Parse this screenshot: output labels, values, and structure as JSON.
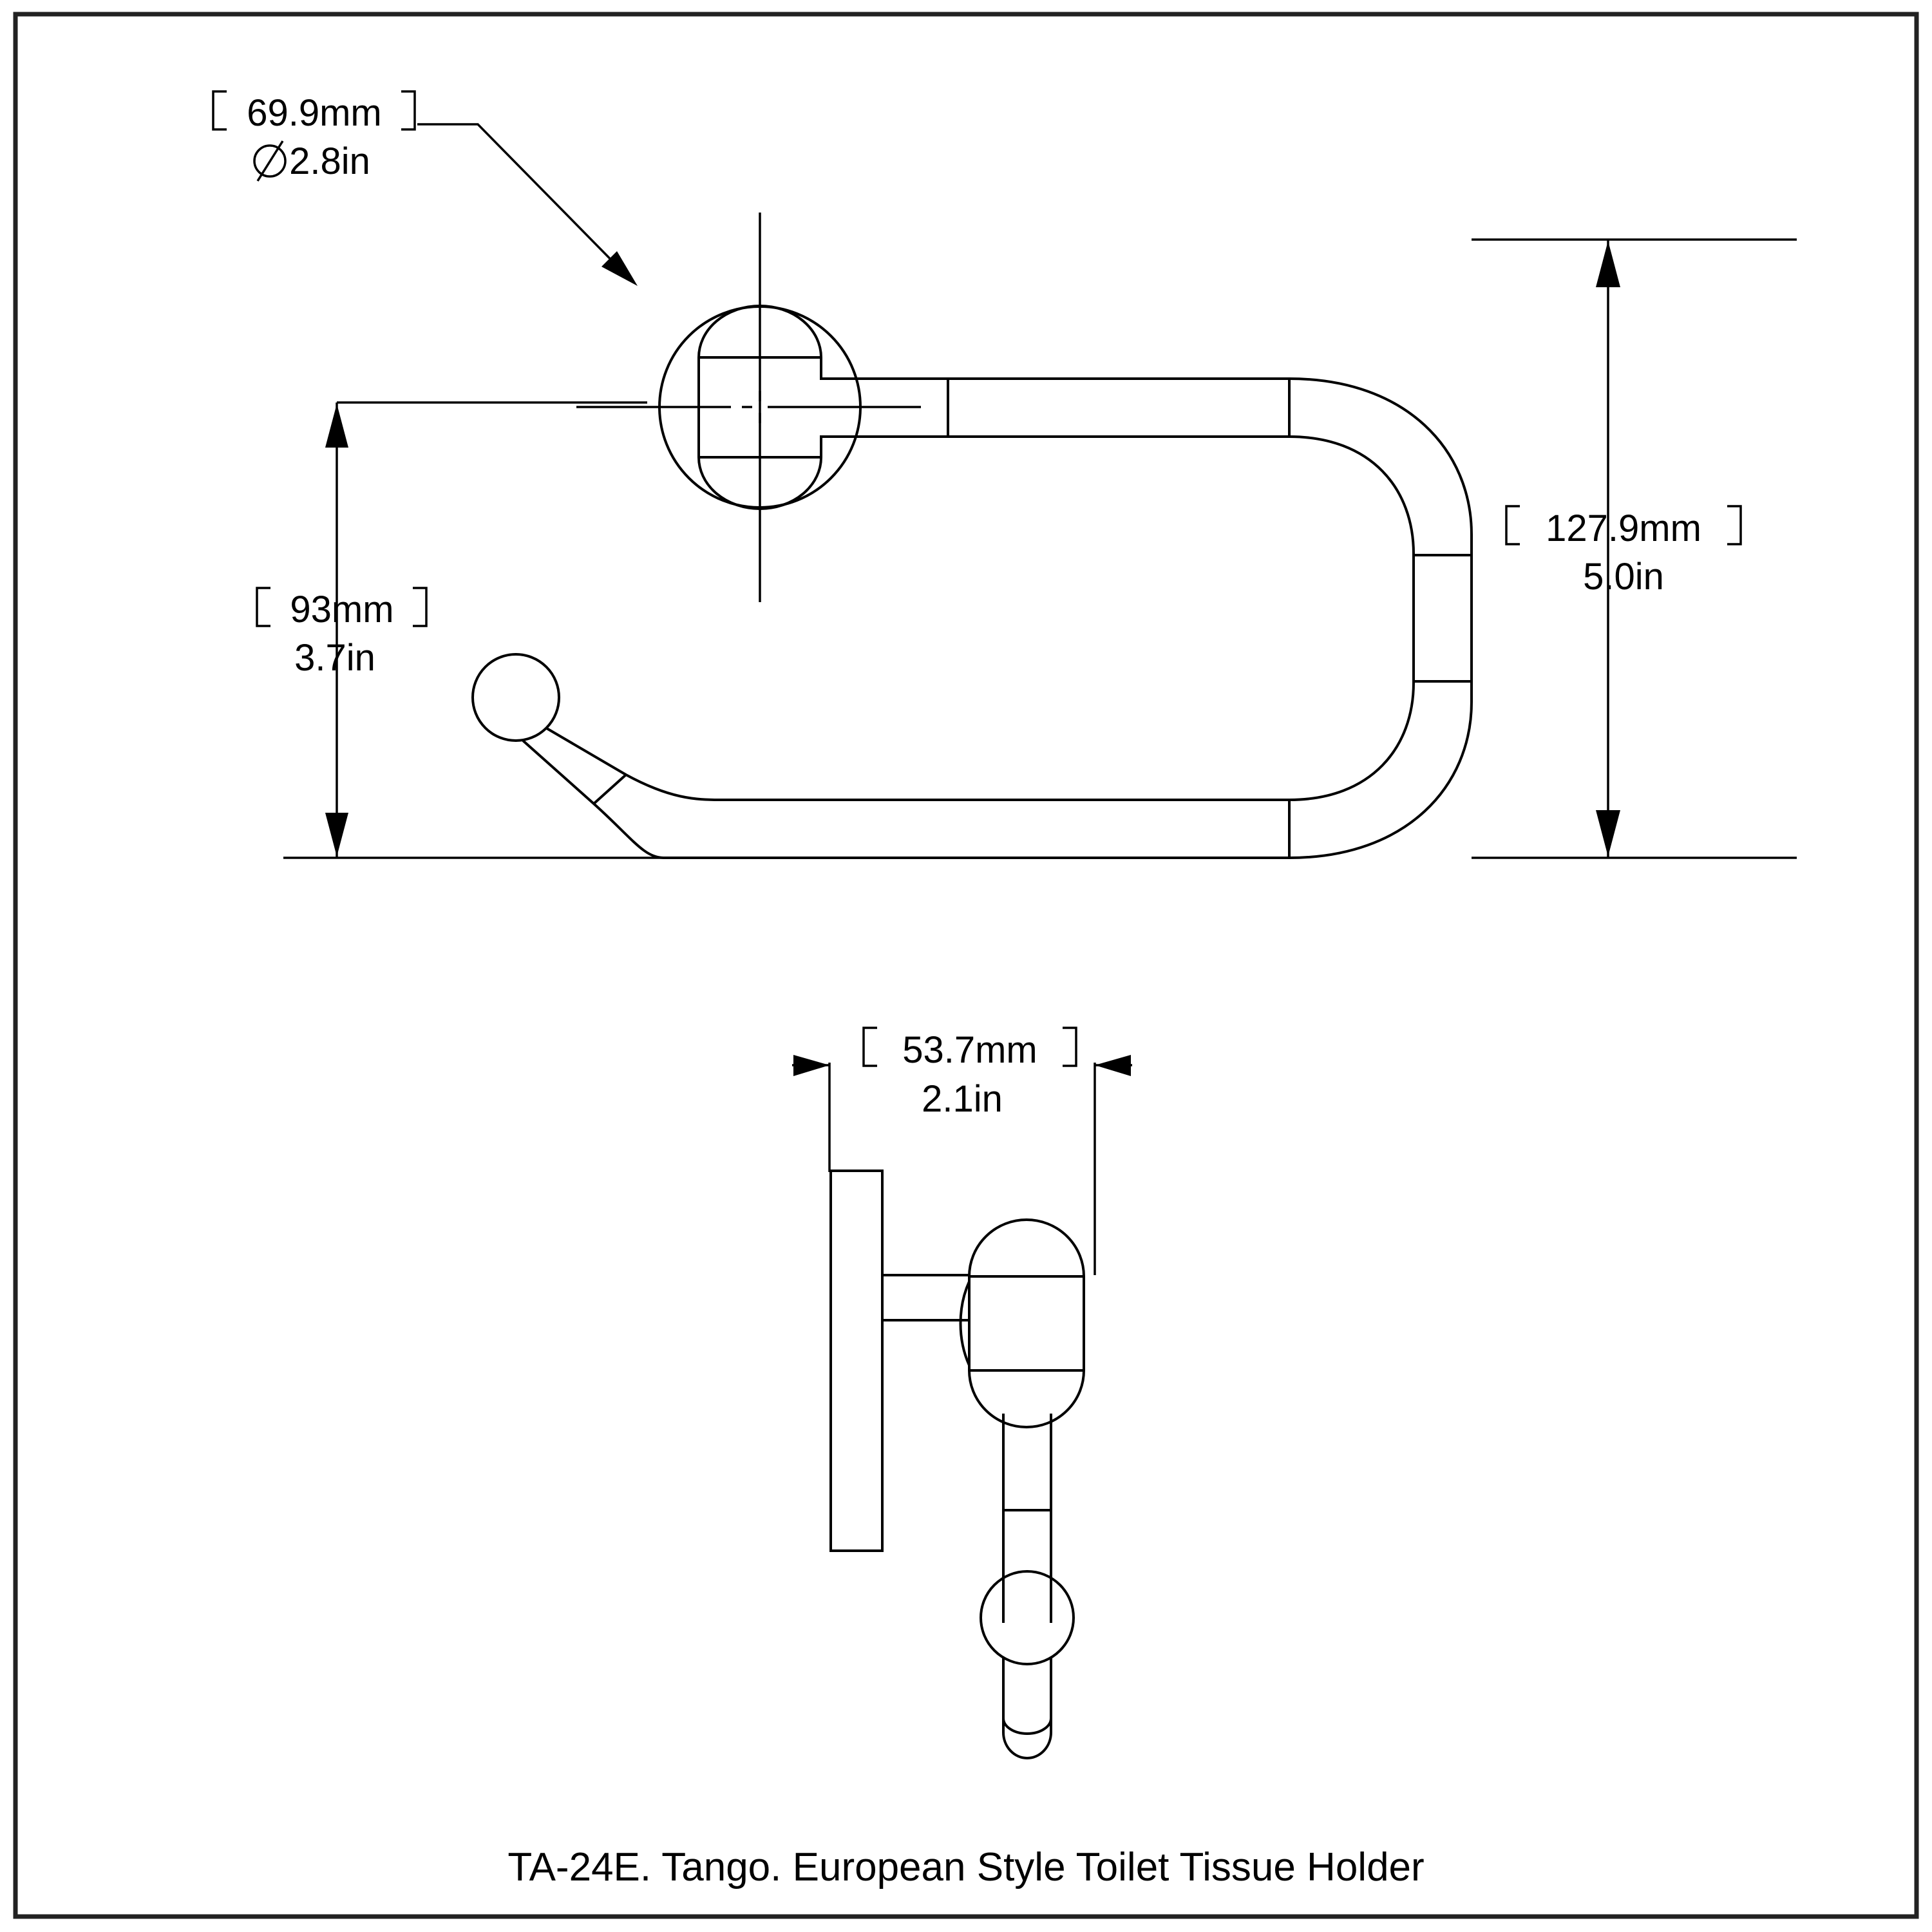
{
  "sheet": {
    "title": "TA-24E. Tango. European Style Toilet Tissue Holder",
    "background_color": "#ffffff",
    "line_color": "#000000",
    "frame_color": "#222222"
  },
  "caption": {
    "text": "TA-24E. Tango. European Style Toilet Tissue Holder"
  },
  "dimensions": {
    "flange_diameter": {
      "name": "flange-diameter",
      "metric": "69.9mm",
      "metric_bracketed_open": "[",
      "metric_bracketed_close": "]",
      "imperial": "2.8in",
      "imperial_symbol": "⌀",
      "imperial_full": "⌀ 2.8in"
    },
    "overall_height": {
      "name": "overall-height",
      "metric": "127.9mm",
      "imperial": "5.0in"
    },
    "drop_height": {
      "name": "drop-height",
      "metric": "93mm",
      "imperial": "3.7in"
    },
    "projection_depth": {
      "name": "projection-depth",
      "metric": "53.7mm",
      "imperial": "2.1in"
    }
  },
  "views": {
    "front": {
      "name": "front-elevation-view",
      "label": "Front elevation of toilet tissue holder"
    },
    "side": {
      "name": "side-elevation-view",
      "label": "Side elevation showing wall plate and post"
    }
  },
  "brackets": {
    "open": "[",
    "close": "]"
  }
}
